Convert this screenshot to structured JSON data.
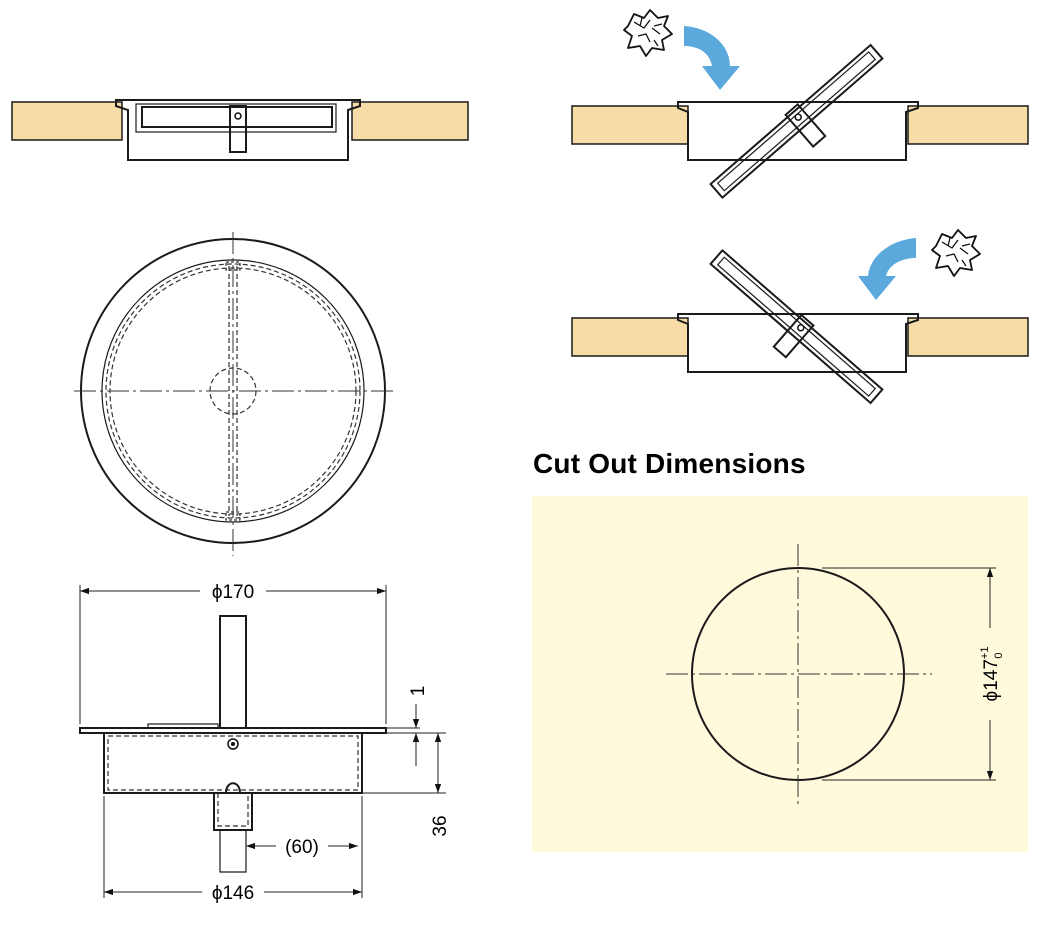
{
  "title": "Cut Out Dimensions",
  "dimensions": {
    "outer_diameter": "ϕ170",
    "inner_diameter": "ϕ146",
    "flange_thickness": "1",
    "depth": "36",
    "flap_offset": "(60)",
    "cutout_base": "ϕ147",
    "cutout_tol_upper": "+1",
    "cutout_tol_lower": "0"
  },
  "colors": {
    "wood": "#f7dca8",
    "cutout_panel": "#fffadc",
    "arrow": "#5aa8dc",
    "line": "#1a1a1a"
  },
  "icons": [
    "crumpled-paper-icon",
    "curved-arrow-icon"
  ]
}
